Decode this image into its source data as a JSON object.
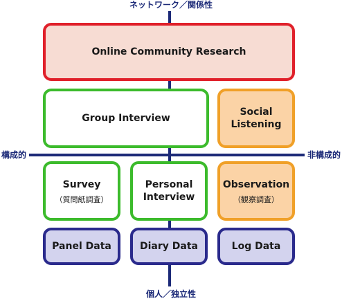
{
  "axes": {
    "top": "ネットワーク／関係性",
    "bottom": "個人／独立性",
    "left": "構成的",
    "right": "非構成的"
  },
  "boxes": {
    "online_community_research": {
      "label": "Online Community Research"
    },
    "group_interview": {
      "label": "Group Interview"
    },
    "social_listening": {
      "line1": "Social",
      "line2": "Listening"
    },
    "survey": {
      "label": "Survey",
      "sub": "（質問紙調査）"
    },
    "personal_interview": {
      "line1": "Personal",
      "line2": "Interview"
    },
    "observation": {
      "label": "Observation",
      "sub": "（観察調査）"
    },
    "panel_data": {
      "label": "Panel Data"
    },
    "diary_data": {
      "label": "Diary Data"
    },
    "log_data": {
      "label": "Log Data"
    }
  },
  "colors": {
    "axis": "#1c2a78",
    "red_border": "#e0202a",
    "red_fill": "#f7dcd3",
    "green_border": "#3cbb2c",
    "orange_border": "#f0a028",
    "orange_fill": "#fbd3a6",
    "navy_border": "#2a2a8c",
    "navy_fill": "#d3d3ee"
  }
}
